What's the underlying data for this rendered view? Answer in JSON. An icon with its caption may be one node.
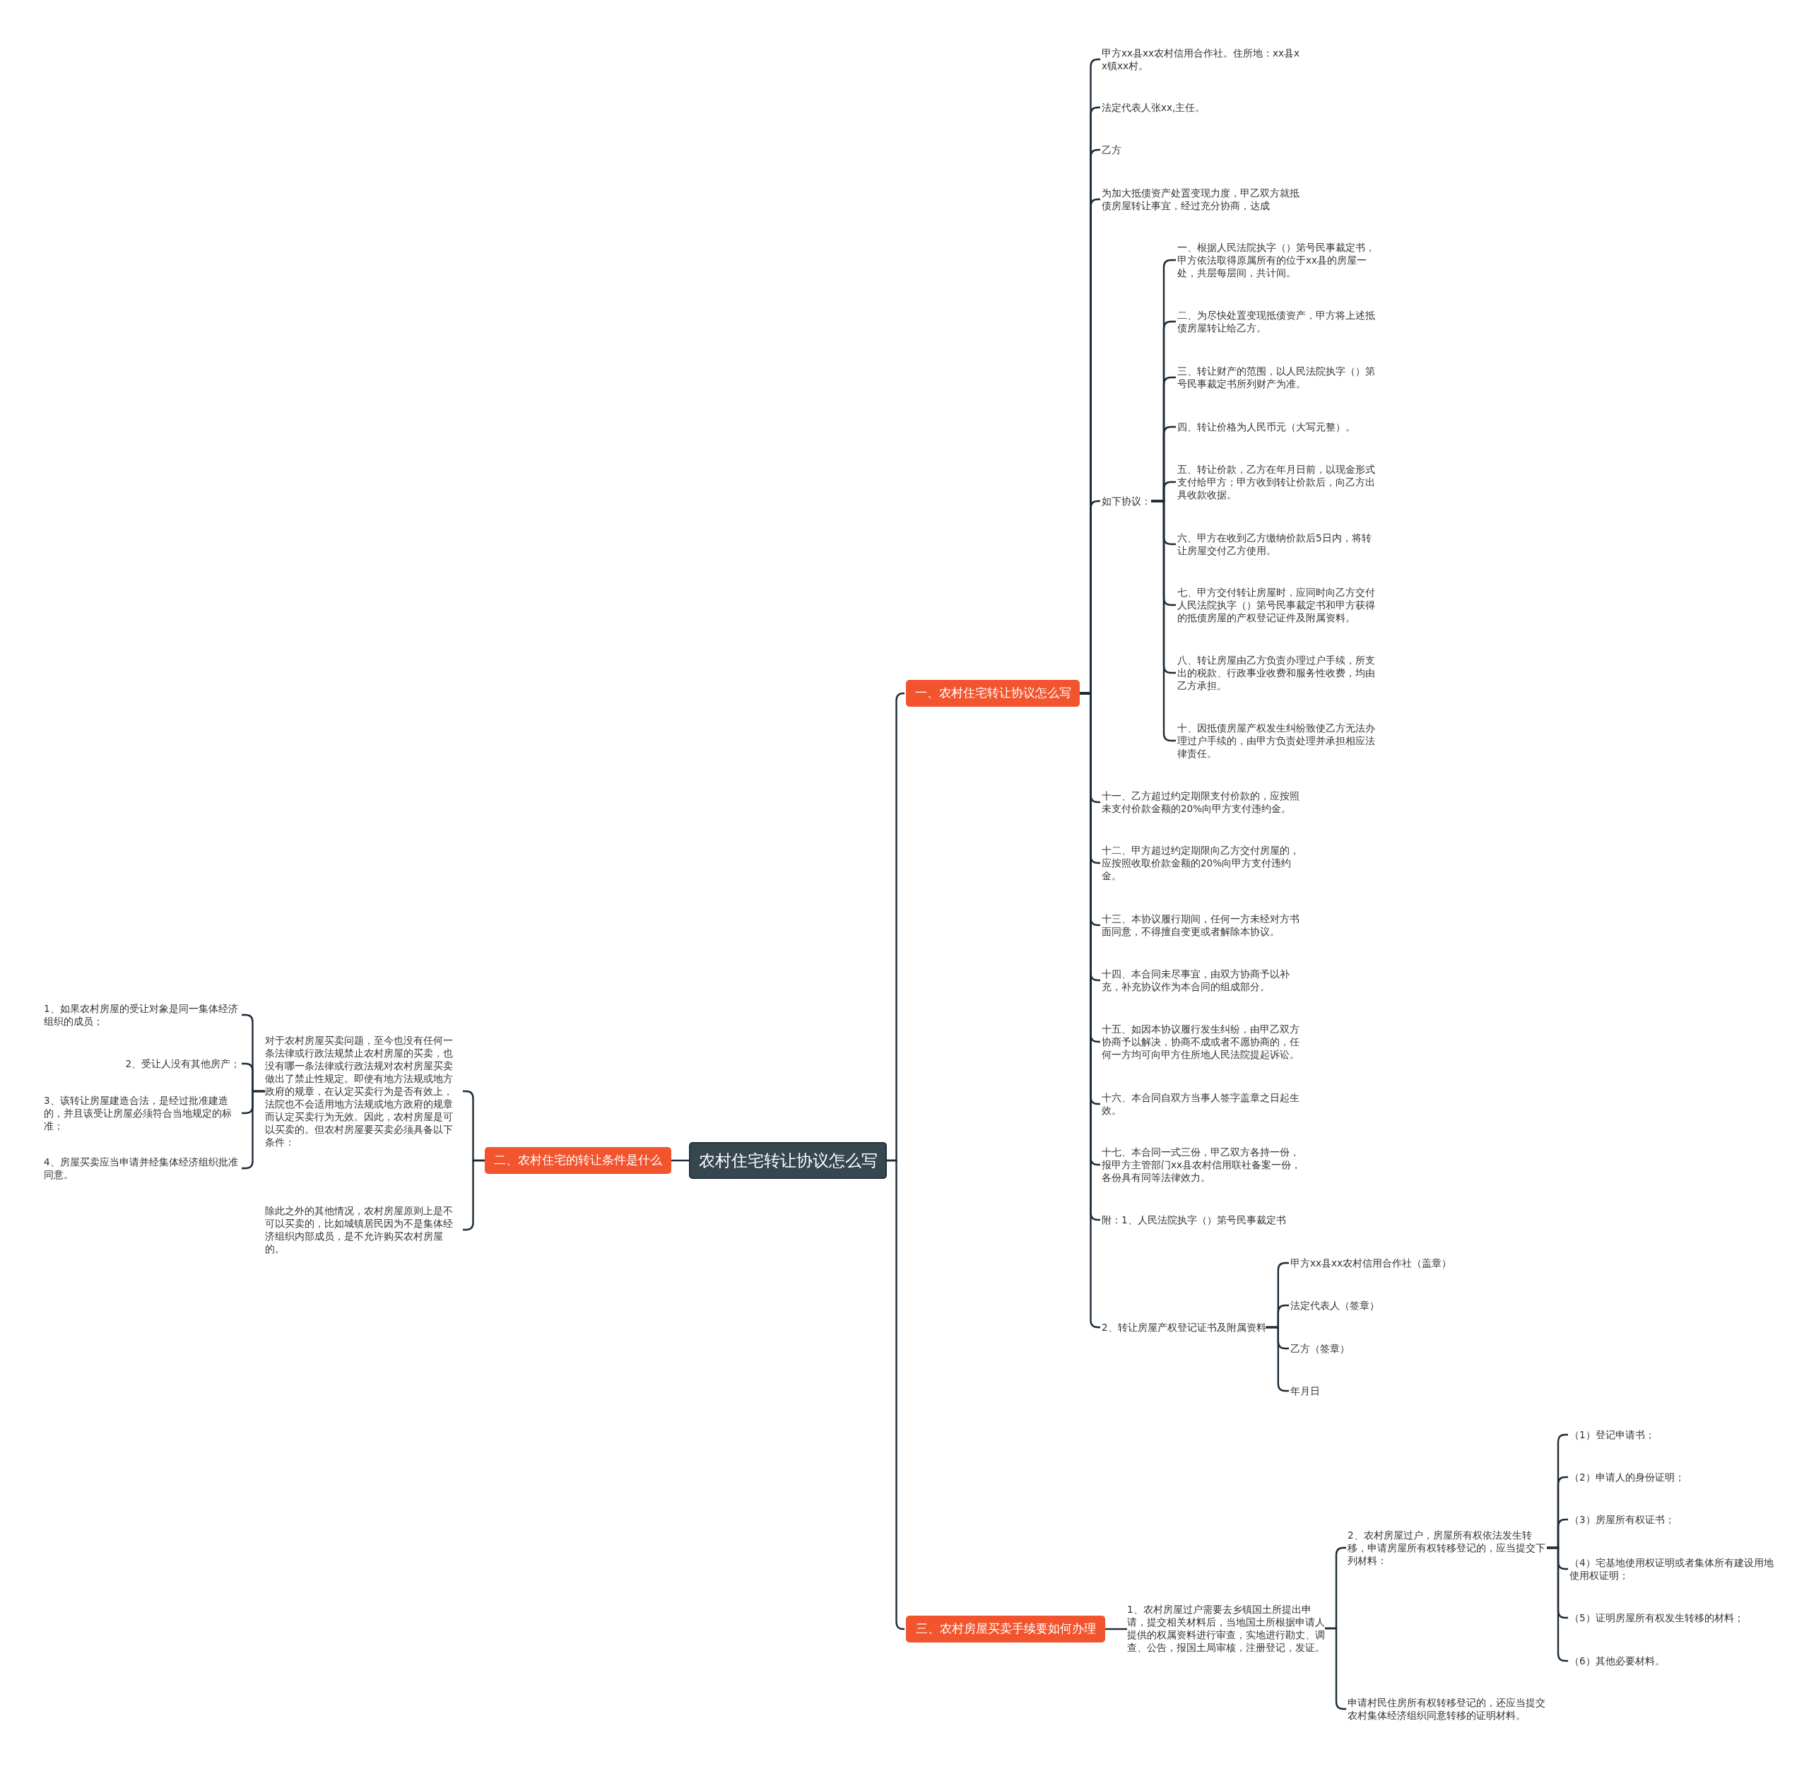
{
  "diagram": {
    "nodes": [
      {
        "text": [
          "农村住宅转让协议怎么写"
        ]
      },
      {
        "text": [
          "一、农村住宅转让协议怎么写"
        ]
      },
      {
        "text": [
          "甲方xx县xx农村信用合作社。住所地：xx县xx镇xx村。"
        ]
      },
      {
        "text": [
          "法定代表人张xx,主任。"
        ]
      },
      {
        "text": [
          "乙方"
        ]
      },
      {
        "text": [
          "为加大抵债资产处置变现力度，甲乙双方就抵债房屋转让事宜，经过充分协商，达成"
        ]
      },
      {
        "text": [
          "如下协议："
        ]
      },
      {
        "text": [
          "一、根据人民法院执字（）第号民事裁定书，甲方依法取得原属所有的位于xx县的房屋一处，共层每层间，共计间。"
        ]
      },
      {
        "text": [
          "二、为尽快处置变现抵债资产，甲方将上述抵债房屋转让给乙方。"
        ]
      },
      {
        "text": [
          "三、转让财产的范围，以人民法院执字（）第号民事裁定书所列财产为准。"
        ]
      },
      {
        "text": [
          "四、转让价格为人民币元（大写元整）。"
        ]
      },
      {
        "text": [
          "五、转让价款，乙方在年月日前，以现金形式支付给甲方；甲方收到转让价款后，向乙方出具收款收据。"
        ]
      },
      {
        "text": [
          "六、甲方在收到乙方缴纳价款后5日内，将转让房屋交付乙方使用。"
        ]
      },
      {
        "text": [
          "七、甲方交付转让房屋时，应同时向乙方交付人民法院执字（）第号民事裁定书和甲方获得的抵债房屋的产权登记证件及附属资料。"
        ]
      },
      {
        "text": [
          "八、转让房屋由乙方负责办理过户手续，所支出的税款、行政事业收费和服务性收费，均由乙方承担。"
        ]
      },
      {
        "text": [
          "十、因抵债房屋产权发生纠纷致使乙方无法办理过户手续的，由甲方负责处理并承担相应法律责任。"
        ]
      },
      {
        "text": [
          "十一、乙方超过约定期限支付价款的，应按照未支付价款金额的20%向甲方支付违约金。"
        ]
      },
      {
        "text": [
          "十二、甲方超过约定期限向乙方交付房屋的，应按照收取价款金额的20%向甲方支付违约金。"
        ]
      },
      {
        "text": [
          "十三、本协议履行期间，任何一方未经对方书面同意，不得擅自变更或者解除本协议。"
        ]
      },
      {
        "text": [
          "十四、本合同未尽事宜，由双方协商予以补充，补充协议作为本合同的组成部分。"
        ]
      },
      {
        "text": [
          "十五、如因本协议履行发生纠纷，由甲乙双方协商予以解决，协商不成或者不愿协商的，任何一方均可向甲方住所地人民法院提起诉讼。"
        ]
      },
      {
        "text": [
          "十六、本合同自双方当事人签字盖章之日起生效。"
        ]
      },
      {
        "text": [
          "十七、本合同一式三份，甲乙双方各持一份，报甲方主管部门xx县农村信用联社备案一份，各份具有同等法律效力。"
        ]
      },
      {
        "text": [
          "附：1、人民法院执字（）第号民事裁定书"
        ]
      },
      {
        "text": [
          "2、转让房屋产权登记证书及附属资料"
        ]
      },
      {
        "text": [
          "甲方xx县xx农村信用合作社（盖章）"
        ]
      },
      {
        "text": [
          "法定代表人（签章）"
        ]
      },
      {
        "text": [
          "乙方（签章）"
        ]
      },
      {
        "text": [
          "年月日"
        ]
      },
      {
        "text": [
          "二、农村住宅的转让条件是什么"
        ]
      },
      {
        "text": [
          "对于农村房屋买卖问题，至今也没有任何一条法律或行政法规禁止农村房屋的买卖，也没有哪一条法律或行政法规对农村房屋买卖做出了禁止性规定。即使有地方法规或地方政府的规章，在认定买卖行为是否有效上，法院也不会适用地方法规或地方政府的规章而认定买卖行为无效。因此，农村房屋是可以买卖的。但农村房屋要买卖必须具备以下条件："
        ]
      },
      {
        "text": [
          "1、如果农村房屋的受让对象是同一集体经济组织的成员；"
        ]
      },
      {
        "text": [
          "2、受让人没有其他房产；"
        ]
      },
      {
        "text": [
          "3、该转让房屋建造合法，是经过批准建造的，并且该受让房屋必须符合当地规定的标准；"
        ]
      },
      {
        "text": [
          "4、房屋买卖应当申请并经集体经济组织批准同意。"
        ]
      },
      {
        "text": [
          "除此之外的其他情况，农村房屋原则上是不可以买卖的，比如城镇居民因为不是集体经济组织内部成员，是不允许购买农村房屋的。"
        ]
      },
      {
        "text": [
          "三、农村房屋买卖手续要如何办理"
        ]
      },
      {
        "text": [
          "1、农村房屋过户需要去乡镇国土所提出申请，提交相关材料后，当地国土所根据申请人提供的权属资料进行审查，实地进行勘丈、调查、公告，报国土局审核，注册登记，发证。"
        ]
      },
      {
        "text": [
          "2、农村房屋过户，房屋所有权依法发生转移，申请房屋所有权转移登记的，应当提交下列材料："
        ]
      },
      {
        "text": [
          "（1）登记申请书；"
        ]
      },
      {
        "text": [
          "（2）申请人的身份证明；"
        ]
      },
      {
        "text": [
          "（3）房屋所有权证书；"
        ]
      },
      {
        "text": [
          "（4）宅基地使用权证明或者集体所有建设用地使用权证明；"
        ]
      },
      {
        "text": [
          "（5）证明房屋所有权发生转移的材料；"
        ]
      },
      {
        "text": [
          "（6）其他必要材料。"
        ]
      },
      {
        "text": [
          "申请村民住房所有权转移登记的，还应当提交农村集体经济组织同意转移的证明材料。"
        ]
      }
    ],
    "edges": [
      {
        "from": 0,
        "to": 1,
        "arrow": "none"
      },
      {
        "from": 1,
        "to": 2,
        "arrow": "none"
      },
      {
        "from": 1,
        "to": 3,
        "arrow": "none"
      },
      {
        "from": 1,
        "to": 4,
        "arrow": "none"
      },
      {
        "from": 1,
        "to": 5,
        "arrow": "none"
      },
      {
        "from": 1,
        "to": 6,
        "arrow": "none"
      },
      {
        "from": 6,
        "to": 7,
        "arrow": "none"
      },
      {
        "from": 6,
        "to": 8,
        "arrow": "none"
      },
      {
        "from": 6,
        "to": 9,
        "arrow": "none"
      },
      {
        "from": 6,
        "to": 10,
        "arrow": "none"
      },
      {
        "from": 6,
        "to": 11,
        "arrow": "none"
      },
      {
        "from": 6,
        "to": 12,
        "arrow": "none"
      },
      {
        "from": 6,
        "to": 13,
        "arrow": "none"
      },
      {
        "from": 6,
        "to": 14,
        "arrow": "none"
      },
      {
        "from": 6,
        "to": 15,
        "arrow": "none"
      },
      {
        "from": 1,
        "to": 16,
        "arrow": "none"
      },
      {
        "from": 1,
        "to": 17,
        "arrow": "none"
      },
      {
        "from": 1,
        "to": 18,
        "arrow": "none"
      },
      {
        "from": 1,
        "to": 19,
        "arrow": "none"
      },
      {
        "from": 1,
        "to": 20,
        "arrow": "none"
      },
      {
        "from": 1,
        "to": 21,
        "arrow": "none"
      },
      {
        "from": 1,
        "to": 22,
        "arrow": "none"
      },
      {
        "from": 1,
        "to": 23,
        "arrow": "none"
      },
      {
        "from": 1,
        "to": 24,
        "arrow": "none"
      },
      {
        "from": 24,
        "to": 25,
        "arrow": "none"
      },
      {
        "from": 24,
        "to": 26,
        "arrow": "none"
      },
      {
        "from": 24,
        "to": 27,
        "arrow": "none"
      },
      {
        "from": 24,
        "to": 28,
        "arrow": "none"
      },
      {
        "from": 0,
        "to": 29,
        "arrow": "none"
      },
      {
        "from": 29,
        "to": 30,
        "arrow": "none"
      },
      {
        "from": 30,
        "to": 31,
        "arrow": "none"
      },
      {
        "from": 30,
        "to": 32,
        "arrow": "none"
      },
      {
        "from": 30,
        "to": 33,
        "arrow": "none"
      },
      {
        "from": 30,
        "to": 34,
        "arrow": "none"
      },
      {
        "from": 29,
        "to": 35,
        "arrow": "none"
      },
      {
        "from": 0,
        "to": 36,
        "arrow": "none"
      },
      {
        "from": 36,
        "to": 37,
        "arrow": "none"
      },
      {
        "from": 37,
        "to": 38,
        "arrow": "none"
      },
      {
        "from": 38,
        "to": 39,
        "arrow": "none"
      },
      {
        "from": 38,
        "to": 40,
        "arrow": "none"
      },
      {
        "from": 38,
        "to": 41,
        "arrow": "none"
      },
      {
        "from": 38,
        "to": 42,
        "arrow": "none"
      },
      {
        "from": 38,
        "to": 43,
        "arrow": "none"
      },
      {
        "from": 38,
        "to": 44,
        "arrow": "none"
      },
      {
        "from": 37,
        "to": 45,
        "arrow": "none"
      }
    ]
  }
}
